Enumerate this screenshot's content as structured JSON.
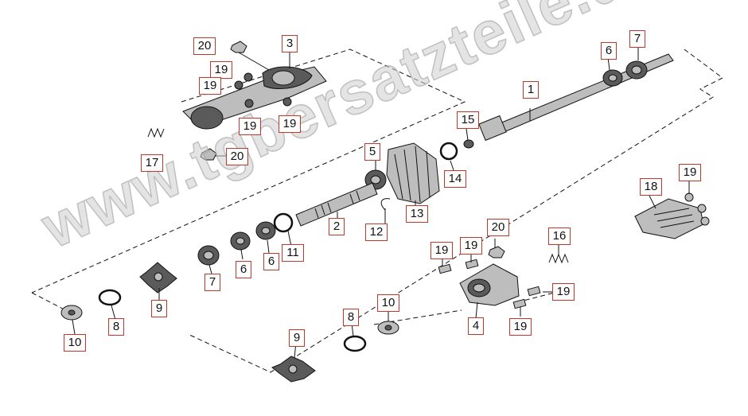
{
  "diagram": {
    "watermark_text": "www.tgbersatzteile.de",
    "callouts": [
      {
        "id": "c1",
        "label": "1"
      },
      {
        "id": "c2",
        "label": "2"
      },
      {
        "id": "c3",
        "label": "3"
      },
      {
        "id": "c4",
        "label": "4"
      },
      {
        "id": "c5",
        "label": "5"
      },
      {
        "id": "c6a",
        "label": "6"
      },
      {
        "id": "c6b",
        "label": "6"
      },
      {
        "id": "c6c",
        "label": "6"
      },
      {
        "id": "c7a",
        "label": "7"
      },
      {
        "id": "c7b",
        "label": "7"
      },
      {
        "id": "c8a",
        "label": "8"
      },
      {
        "id": "c8b",
        "label": "8"
      },
      {
        "id": "c9a",
        "label": "9"
      },
      {
        "id": "c9b",
        "label": "9"
      },
      {
        "id": "c10a",
        "label": "10"
      },
      {
        "id": "c10b",
        "label": "10"
      },
      {
        "id": "c11",
        "label": "11"
      },
      {
        "id": "c12",
        "label": "12"
      },
      {
        "id": "c13",
        "label": "13"
      },
      {
        "id": "c14",
        "label": "14"
      },
      {
        "id": "c15",
        "label": "15"
      },
      {
        "id": "c16",
        "label": "16"
      },
      {
        "id": "c17",
        "label": "17"
      },
      {
        "id": "c18",
        "label": "18"
      },
      {
        "id": "c19a",
        "label": "19"
      },
      {
        "id": "c19b",
        "label": "19"
      },
      {
        "id": "c19c",
        "label": "19"
      },
      {
        "id": "c19d",
        "label": "19"
      },
      {
        "id": "c19e",
        "label": "19"
      },
      {
        "id": "c19f",
        "label": "19"
      },
      {
        "id": "c19g",
        "label": "19"
      },
      {
        "id": "c19h",
        "label": "19"
      },
      {
        "id": "c19i",
        "label": "19"
      },
      {
        "id": "c20a",
        "label": "20"
      },
      {
        "id": "c20b",
        "label": "20"
      },
      {
        "id": "c20c",
        "label": "20"
      }
    ]
  }
}
